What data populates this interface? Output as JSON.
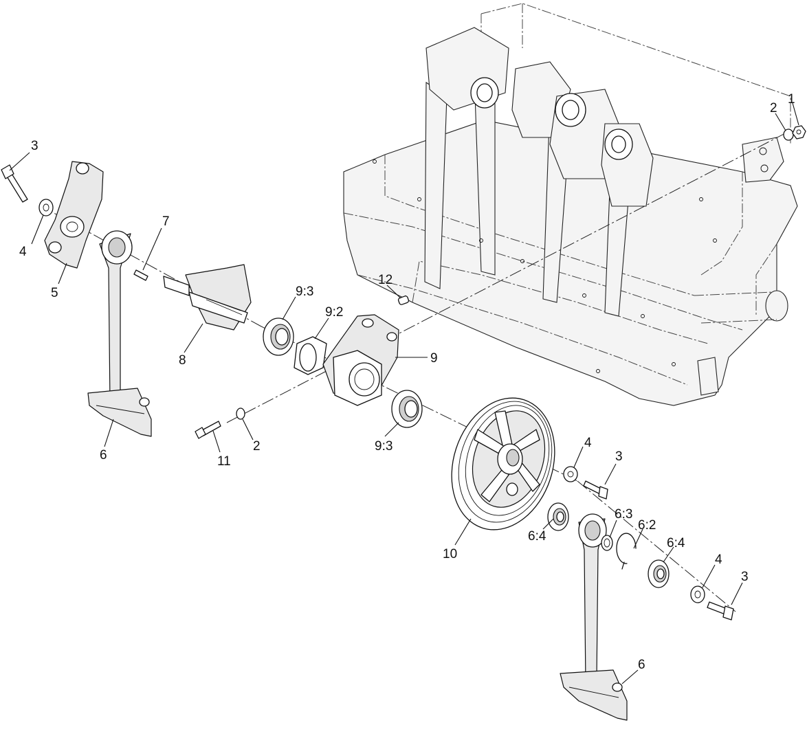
{
  "diagram": {
    "callouts": [
      {
        "id": "c-1",
        "text": "1"
      },
      {
        "id": "c-2-top",
        "text": "2"
      },
      {
        "id": "c-3-top",
        "text": "3"
      },
      {
        "id": "c-4-left",
        "text": "4"
      },
      {
        "id": "c-5",
        "text": "5"
      },
      {
        "id": "c-7",
        "text": "7"
      },
      {
        "id": "c-8",
        "text": "8"
      },
      {
        "id": "c-6-left",
        "text": "6"
      },
      {
        "id": "c-9-3-top",
        "text": "9:3"
      },
      {
        "id": "c-9-2",
        "text": "9:2"
      },
      {
        "id": "c-12",
        "text": "12"
      },
      {
        "id": "c-9",
        "text": "9"
      },
      {
        "id": "c-2-mid",
        "text": "2"
      },
      {
        "id": "c-11",
        "text": "11"
      },
      {
        "id": "c-9-3-bottom",
        "text": "9:3"
      },
      {
        "id": "c-4-mid",
        "text": "4"
      },
      {
        "id": "c-3-mid",
        "text": "3"
      },
      {
        "id": "c-10",
        "text": "10"
      },
      {
        "id": "c-6-3",
        "text": "6:3"
      },
      {
        "id": "c-6-2",
        "text": "6:2"
      },
      {
        "id": "c-6-4-left",
        "text": "6:4"
      },
      {
        "id": "c-6-4-right",
        "text": "6:4"
      },
      {
        "id": "c-4-right",
        "text": "4"
      },
      {
        "id": "c-3-right",
        "text": "3"
      },
      {
        "id": "c-6-right",
        "text": "6"
      }
    ]
  }
}
